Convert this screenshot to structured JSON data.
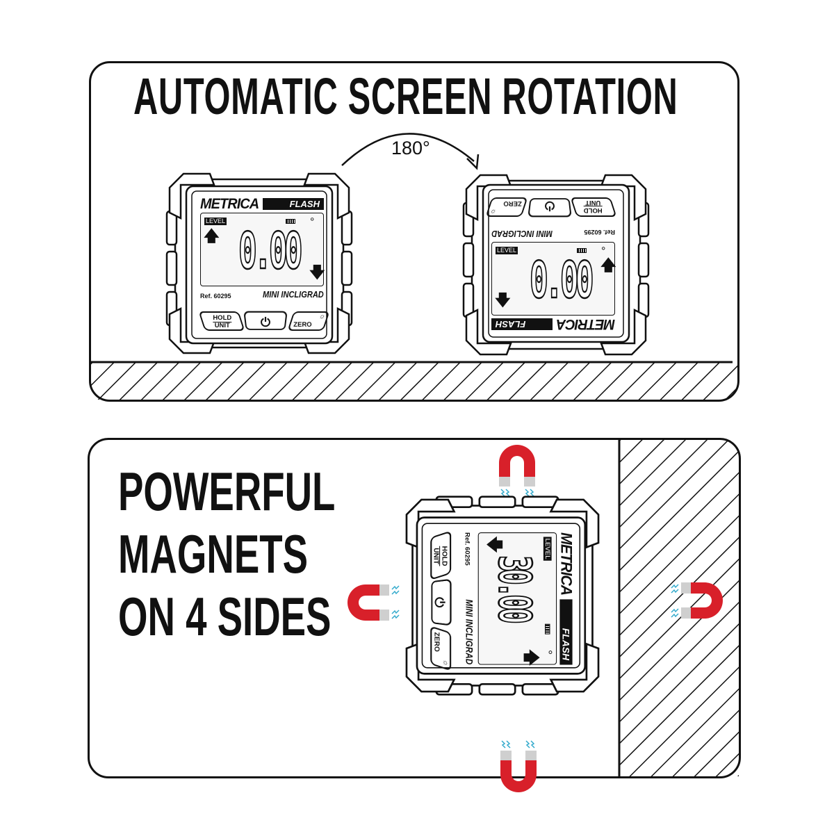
{
  "panel_top": {
    "title": "AUTOMATIC SCREEN ROTATION",
    "rotation_label": "180°"
  },
  "panel_bottom": {
    "lines": [
      "POWERFUL",
      "MAGNETS",
      "ON 4 SIDES"
    ]
  },
  "device": {
    "brand": "METRICA",
    "badge": "FLASH",
    "lcd_mode": "LEVEL",
    "ref": "Ref. 60295",
    "name": "MINI INCLIGRAD",
    "hold_label": "HOLD",
    "unit_label": "UNIT",
    "zero_label": "ZERO",
    "power_glyph": "⏻",
    "sun_glyph": "☼",
    "degree": "°"
  },
  "devices": {
    "left": {
      "reading": "0.00",
      "arrow_left": "🡅",
      "arrow_right": "🡇"
    },
    "right": {
      "reading": "0.00",
      "arrow_left": "🡇",
      "arrow_right": "🡅"
    },
    "bottom": {
      "reading": "30.00",
      "arrow_left": "🡇",
      "arrow_right": "🡅"
    }
  },
  "colors": {
    "line": "#111111",
    "magnet": "#d8202a",
    "magnet_tip": "#cfcfcf",
    "field": "#33aacc"
  }
}
